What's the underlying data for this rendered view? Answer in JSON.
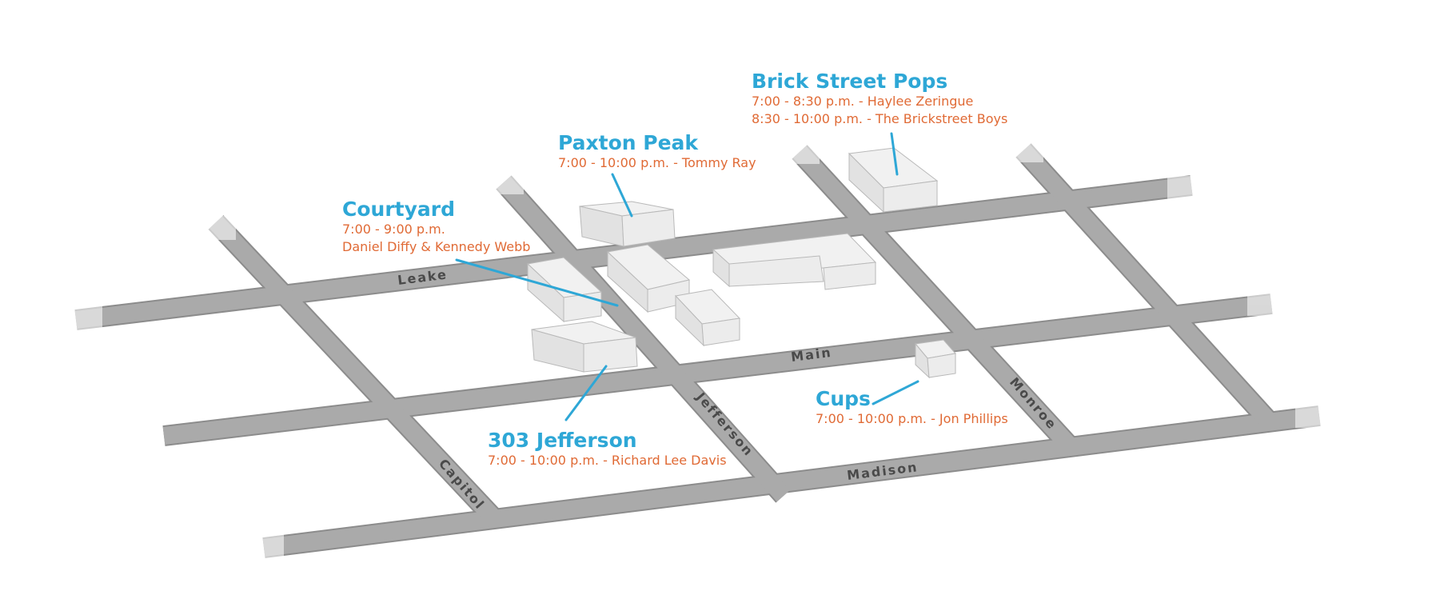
{
  "streets": {
    "leake": "Leake",
    "main": "Main",
    "madison": "Madison",
    "capitol": "Capitol",
    "jefferson": "Jefferson",
    "monroe": "Monroe"
  },
  "venues": {
    "brick_street_pops": {
      "name": "Brick Street Pops",
      "lines": [
        "7:00 - 8:30 p.m. - Haylee Zeringue",
        "8:30 - 10:00 p.m. - The Brickstreet Boys"
      ]
    },
    "paxton_peak": {
      "name": "Paxton Peak",
      "lines": [
        "7:00 - 10:00 p.m. - Tommy Ray"
      ]
    },
    "courtyard": {
      "name": "Courtyard",
      "lines": [
        "7:00 - 9:00 p.m.",
        "Daniel Diffy & Kennedy Webb"
      ]
    },
    "jefferson_303": {
      "name": "303 Jefferson",
      "lines": [
        "7:00 - 10:00 p.m. - Richard Lee Davis"
      ]
    },
    "cups": {
      "name": "Cups",
      "lines": [
        "7:00 - 10:00 p.m. - Jon Phillips"
      ]
    }
  },
  "colors": {
    "venue_name": "#2ea7d6",
    "schedule_text": "#e06a35",
    "road": "#a9a9a9",
    "road_edge": "#8c8c8c",
    "building": "#e8e8e8",
    "leader": "#2ea7d6"
  }
}
